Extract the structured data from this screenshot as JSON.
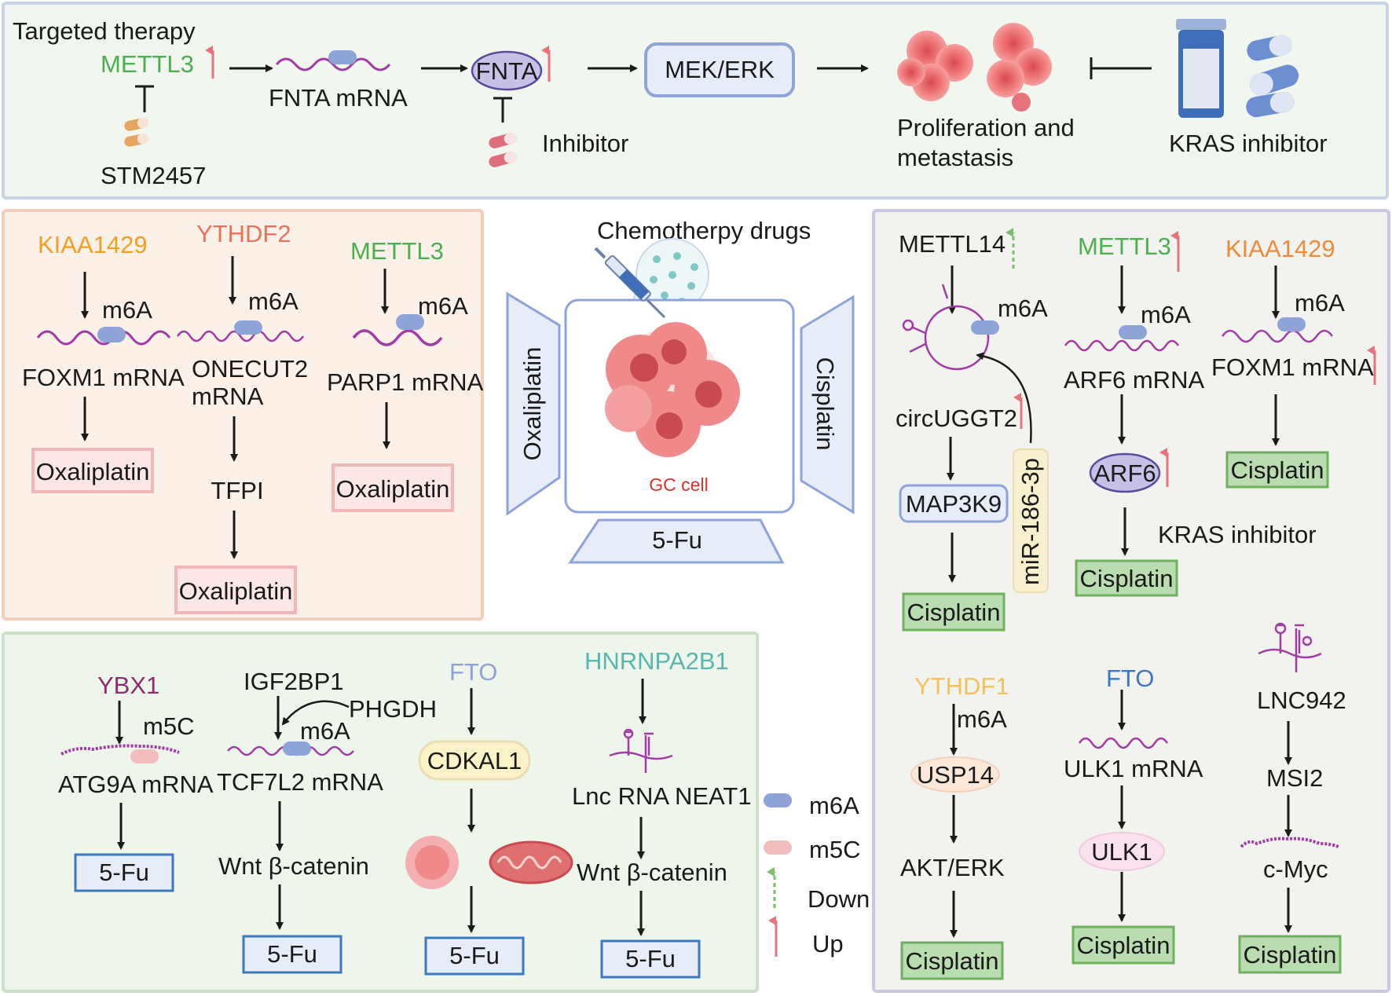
{
  "top": {
    "title": "Targeted therapy",
    "mettl3": "METTL3",
    "stm": "STM2457",
    "fnta_mrna": "FNTA mRNA",
    "fnta": "FNTA",
    "inhibitor": "Inhibitor",
    "mekerk": "MEK/ERK",
    "prolif_1": "Proliferation and",
    "prolif_2": "metastasis",
    "kras": "KRAS inhibitor"
  },
  "left_panel": {
    "kiaa": "KIAA1429",
    "ythdf2": "YTHDF2",
    "mettl3": "METTL3",
    "m6a": "m6A",
    "foxm1": "FOXM1 mRNA",
    "onecut_1": "ONECUT2",
    "onecut_2": "mRNA",
    "parp1": "PARP1 mRNA",
    "tfpi": "TFPI",
    "oxali": "Oxaliplatin"
  },
  "center": {
    "chemo": "Chemotherpy drugs",
    "oxaliplatin": "Oxaliplatin",
    "cisplatin": "Cisplatin",
    "gc_cell": "GC cell",
    "fu": "5-Fu"
  },
  "right_panel": {
    "mettl14": "METTL14",
    "mettl3": "METTL3",
    "kiaa": "KIAA1429",
    "m6a": "m6A",
    "circuggt2": "circUGGT2",
    "arf6_mrna": "ARF6 mRNA",
    "foxm1": "FOXM1 mRNA",
    "map3k9": "MAP3K9",
    "mir": "miR-186-3p",
    "arf6": "ARF6",
    "kras": "KRAS inhibitor",
    "cisplatin": "Cisplatin",
    "ythdf1": "YTHDF1",
    "fto": "FTO",
    "lnc942": "LNC942",
    "usp14": "USP14",
    "ulk1_mrna": "ULK1 mRNA",
    "msi2": "MSI2",
    "akterk": "AKT/ERK",
    "ulk1": "ULK1",
    "cmyc": "c-Myc"
  },
  "bottom_panel": {
    "ybx1": "YBX1",
    "m5c": "m5C",
    "atg9a": "ATG9A mRNA",
    "igf2bp1": "IGF2BP1",
    "phgdh": "PHGDH",
    "m6a": "m6A",
    "tcf7l2": "TCF7L2 mRNA",
    "wnt": "Wnt β-catenin",
    "fto": "FTO",
    "cdkal1": "CDKAL1",
    "hnrnp": "HNRNPA2B1",
    "neat1": "Lnc RNA NEAT1",
    "fu": "5-Fu"
  },
  "legend": {
    "m6a": "m6A",
    "m5c": "m5C",
    "down": "Down",
    "up": "Up"
  },
  "colors": {
    "green": "#4caf50",
    "orange": "#f0a020",
    "salmon": "#e8735a",
    "teal": "#5ab5b0",
    "purple": "#8e2a6e",
    "blue": "#3a78c0",
    "mrna": "#a33aa8",
    "up_arrow": "#e8737a",
    "down_arrow": "#7ac06a"
  }
}
